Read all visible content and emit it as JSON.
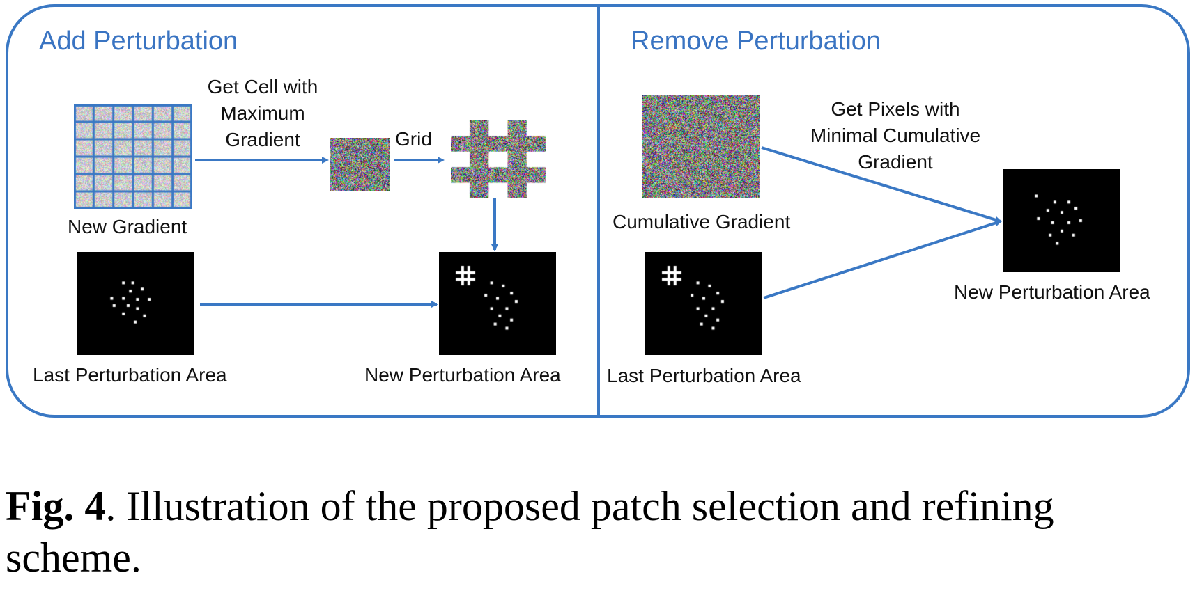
{
  "add_section": {
    "title": "Add Perturbation",
    "new_gradient_label": "New Gradient",
    "get_cell_label": [
      "Get Cell with",
      "Maximum",
      "Gradient"
    ],
    "grid_label": "Grid",
    "last_area_label": "Last Perturbation Area",
    "new_area_label": "New Perturbation Area"
  },
  "remove_section": {
    "title": "Remove Perturbation",
    "cumulative_label": "Cumulative Gradient",
    "get_pixels_label": [
      "Get Pixels with",
      "Minimal Cumulative",
      "Gradient"
    ],
    "last_area_label": "Last Perturbation Area",
    "new_area_label": "New Perturbation Area"
  },
  "caption": {
    "fig_label": "Fig. 4",
    "text": ". Illustration of the proposed patch selection and refining scheme."
  },
  "colors": {
    "accent": "#3a78c4",
    "title": "#3a74c2"
  },
  "icons": [
    "noise-gradient-image",
    "hash-patch-icon",
    "dot-pattern-image",
    "arrow"
  ]
}
